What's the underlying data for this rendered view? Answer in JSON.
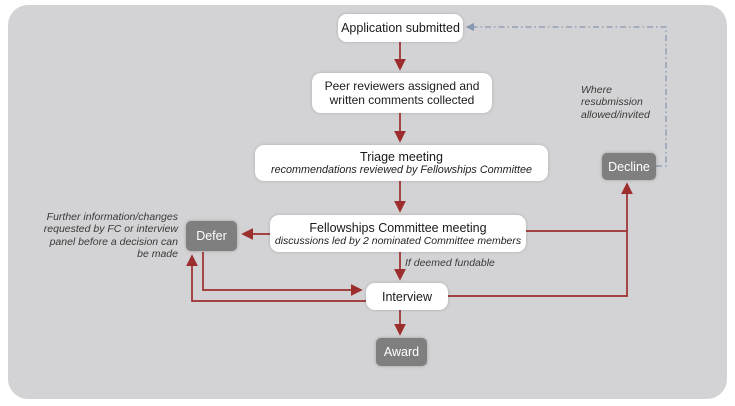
{
  "diagram_title": "Fellowship application review process flowchart",
  "colors": {
    "panel_bg": "#d3d2d4",
    "arrow_red": "#9c2e2e",
    "dash_blue": "#8897b0",
    "node_white": "#ffffff",
    "node_gray": "#7f7f7f"
  },
  "nodes": {
    "application": {
      "label": "Application submitted"
    },
    "peer_review": {
      "line1": "Peer reviewers assigned and",
      "line2": "written comments collected"
    },
    "triage": {
      "title": "Triage meeting",
      "subtitle": "recommendations reviewed by Fellowships Committee"
    },
    "fc_meeting": {
      "title": "Fellowships Committee meeting",
      "subtitle": "discussions led by 2 nominated Committee members"
    },
    "interview": {
      "label": "Interview"
    },
    "defer": {
      "label": "Defer"
    },
    "decline": {
      "label": "Decline"
    },
    "award": {
      "label": "Award"
    }
  },
  "annotations": {
    "resubmission_note": "Where resubmission allowed/invited",
    "defer_note": "Further information/changes requested by FC or interview panel before a decision can be made",
    "fundable_note": "If deemed fundable"
  },
  "edges": [
    {
      "from": "application",
      "to": "peer_review",
      "style": "solid-red"
    },
    {
      "from": "peer_review",
      "to": "triage",
      "style": "solid-red"
    },
    {
      "from": "triage",
      "to": "fc_meeting",
      "style": "solid-red"
    },
    {
      "from": "fc_meeting",
      "to": "defer",
      "style": "solid-red"
    },
    {
      "from": "fc_meeting",
      "to": "decline",
      "style": "solid-red"
    },
    {
      "from": "fc_meeting",
      "to": "interview",
      "style": "solid-red",
      "label": "If deemed fundable"
    },
    {
      "from": "defer",
      "to": "interview",
      "style": "solid-red"
    },
    {
      "from": "interview",
      "to": "defer",
      "style": "solid-red"
    },
    {
      "from": "interview",
      "to": "decline",
      "style": "solid-red"
    },
    {
      "from": "interview",
      "to": "award",
      "style": "solid-red"
    },
    {
      "from": "decline",
      "to": "application",
      "style": "dash-dot-blue",
      "label": "Where resubmission allowed/invited"
    }
  ]
}
